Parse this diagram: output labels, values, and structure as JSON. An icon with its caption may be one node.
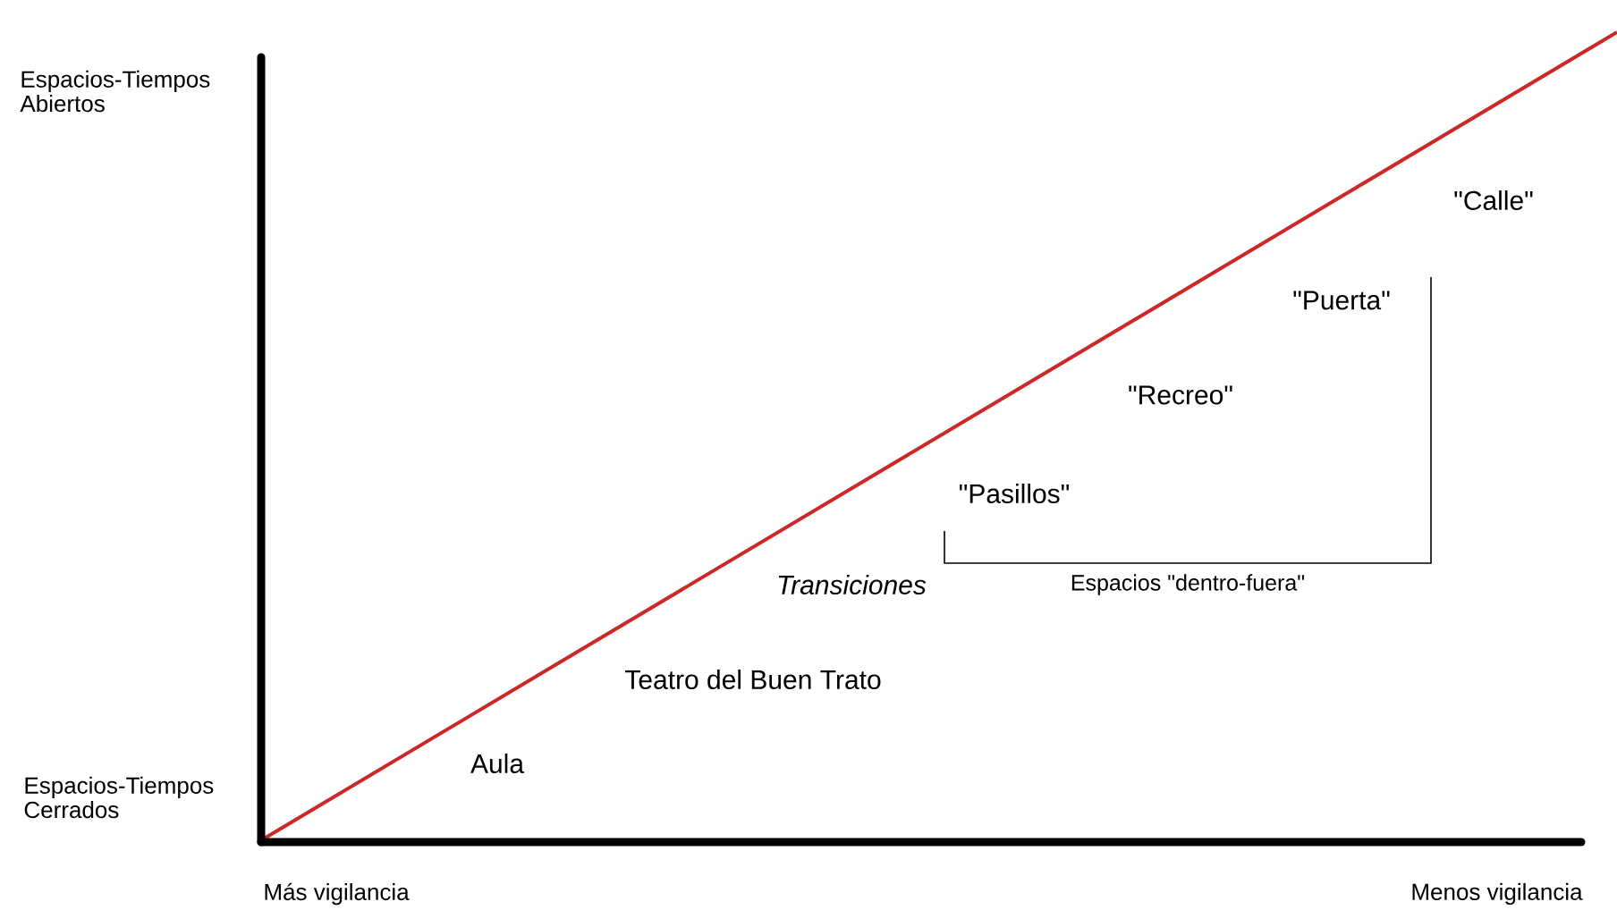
{
  "diagram": {
    "labels": [
      "Espacios-Tiempos Abiertos",
      "\"Calle\"",
      "\"Puerta\"",
      "\"Recreo\"",
      "\"Pasillos\"",
      "Transiciones",
      "Espacios \"dentro-fuera\"",
      "Teatro del Buen Trato",
      "Espacios-Tiempos Cerrados",
      "Aula",
      "Más vigilancia",
      "Menos vigilancia"
    ]
  }
}
